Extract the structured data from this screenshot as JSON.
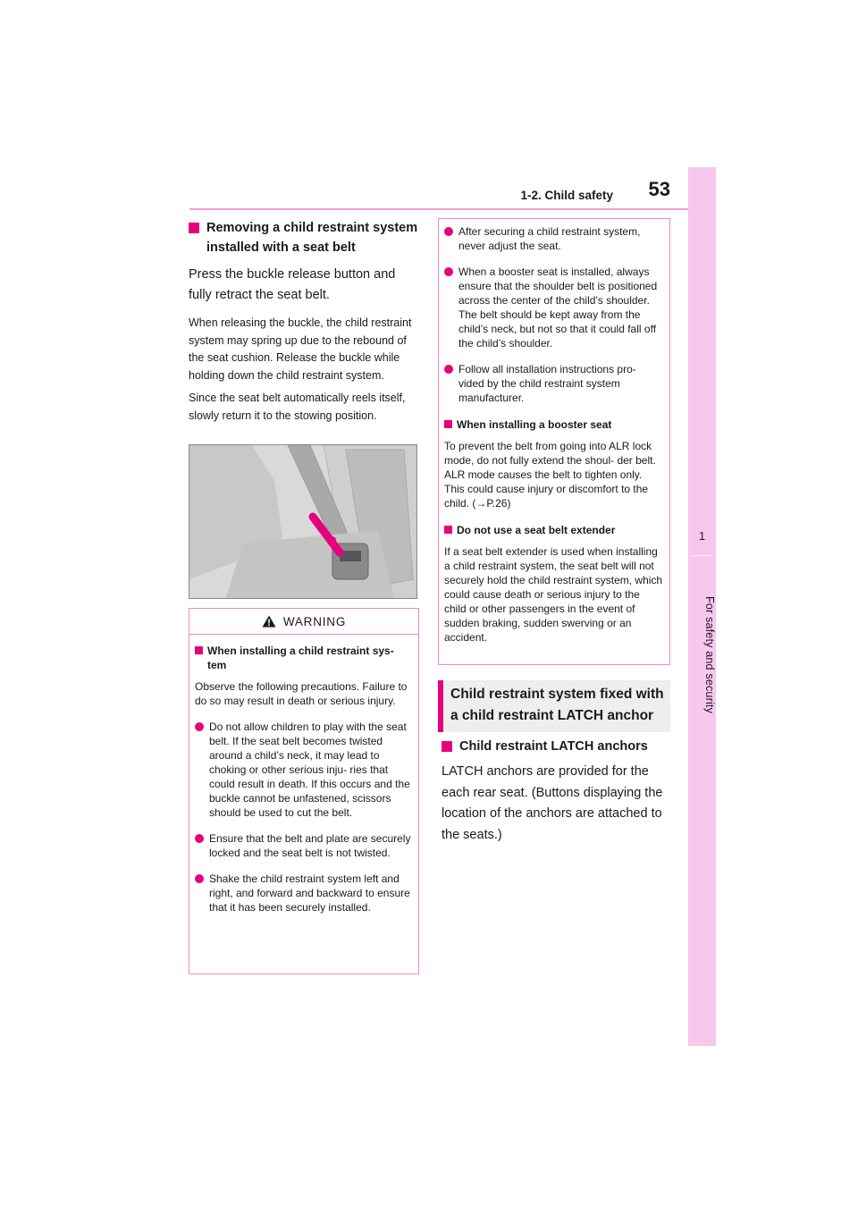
{
  "header": {
    "section_title": "1-2. Child safety",
    "page_number": "53"
  },
  "side_tab": {
    "chapter_number": "1",
    "chapter_label": "For safety and security"
  },
  "left_column": {
    "heading": "Removing a child restraint system installed with a seat belt",
    "instruction": "Press the buckle release button and fully retract the seat belt.",
    "note_1": "When releasing the buckle, the child restraint system may spring up due to the rebound of the seat cushion. Release the buckle while holding down the child restraint system.",
    "note_2": "Since the seat belt automatically reels itself, slowly return it to the stowing position."
  },
  "warning": {
    "label": "WARNING",
    "heading": "When installing a child restraint sys- tem",
    "intro": "Observe the following precautions. Failure to do so may result in death or serious injury.",
    "bullets": [
      "Do not allow children to play with the seat belt. If the seat belt becomes twisted around a child’s neck, it may lead to choking or other serious inju- ries that could result in death. If this occurs and the buckle cannot be unfastened, scissors should be used to cut the belt.",
      "Ensure that the belt and plate are securely locked and the seat belt is not twisted.",
      "Shake the child restraint system left and right, and forward and backward to ensure that it has been securely installed."
    ]
  },
  "right_box": {
    "bullets": [
      "After securing a child restraint system, never adjust the seat.",
      "When a booster seat is installed, always ensure that the shoulder belt is positioned across the center of the child’s shoulder. The belt should be kept away from the child’s neck, but not so that it could fall off the child’s shoulder.",
      "Follow all installation instructions pro- vided by the child restraint system manufacturer."
    ],
    "booster_heading": "When installing a booster seat",
    "booster_text": "To prevent the belt from going into ALR lock mode, do not fully extend the shoul- der belt. ALR mode causes the belt to tighten only. This could cause injury or discomfort to the child. (→P.26)",
    "extender_heading": "Do not use a seat belt extender",
    "extender_text": "If a seat belt extender is used when installing a child restraint system, the seat belt will not securely hold the child restraint system, which could cause death or serious injury to the child or other passengers in the event of sudden braking, sudden swerving or an accident."
  },
  "latch_section": {
    "heading": "Child restraint system fixed with a child restraint LATCH anchor",
    "subheading": "Child restraint LATCH anchors",
    "text": "LATCH anchors are provided for the each rear seat. (Buttons displaying the location of the anchors are attached to the seats.)"
  },
  "colors": {
    "accent": "#e6007e",
    "tab_bg": "#f9c6ee",
    "box_border": "#e68bcd",
    "heading_bg": "#eeeeee"
  },
  "icons": {
    "warning": "warning-triangle-icon",
    "figure_arrow": "arrow-down-right-icon"
  }
}
